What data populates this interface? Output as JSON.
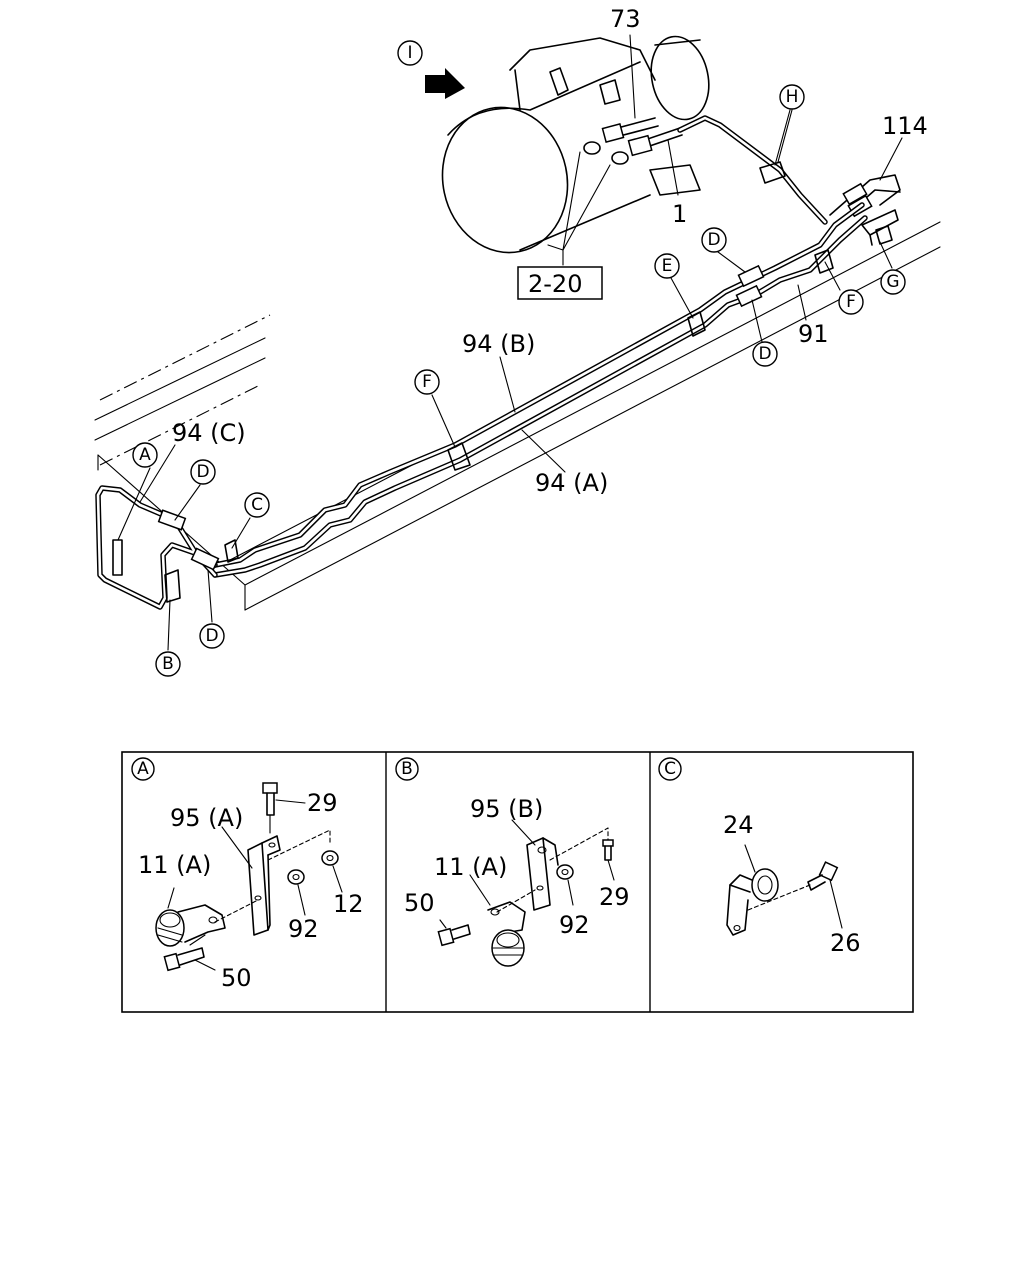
{
  "callouts": {
    "I": "I",
    "H": "H",
    "G": "G",
    "E": "E",
    "D1": "D",
    "D2": "D",
    "D3": "D",
    "D4": "D",
    "F1": "F",
    "F2": "F",
    "A": "A",
    "B": "B",
    "C": "C"
  },
  "labels": {
    "p73": "73",
    "p1": "1",
    "p114": "114",
    "ref": "2-20",
    "p91": "91",
    "p94b": "94 (B)",
    "p94a": "94 (A)",
    "p94c": "94 (C)"
  },
  "details": {
    "a": {
      "tag": "A",
      "p29": "29",
      "p95": "95 (A)",
      "p11": "11 (A)",
      "p12": "12",
      "p92": "92",
      "p50": "50"
    },
    "b": {
      "tag": "B",
      "p95": "95 (B)",
      "p11": "11 (A)",
      "p50": "50",
      "p29": "29",
      "p92": "92"
    },
    "c": {
      "tag": "C",
      "p24": "24",
      "p26": "26"
    }
  }
}
